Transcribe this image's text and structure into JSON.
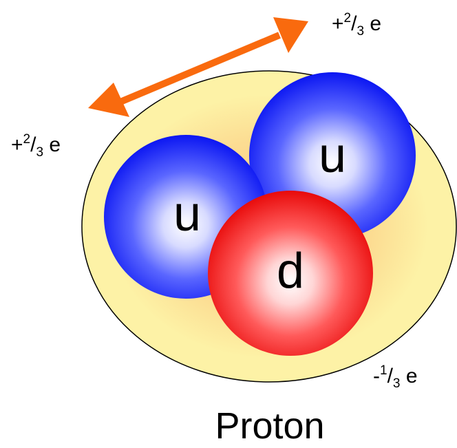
{
  "particle_name": "Proton",
  "quarks": [
    {
      "label": "u",
      "color": "#0b16f2"
    },
    {
      "label": "u",
      "color": "#0b16f2"
    },
    {
      "label": "d",
      "color": "#ee0b0b"
    }
  ],
  "charges": {
    "top": {
      "sign": "+",
      "num": "2",
      "den": "3",
      "unit": "e"
    },
    "left": {
      "sign": "+",
      "num": "2",
      "den": "3",
      "unit": "e"
    },
    "bottom": {
      "sign": "-",
      "num": "1",
      "den": "3",
      "unit": "e"
    }
  },
  "colors": {
    "proton_fill": "#fdf2a6",
    "proton_glow": "#fbc97a",
    "arrow": "#f96a0e"
  }
}
